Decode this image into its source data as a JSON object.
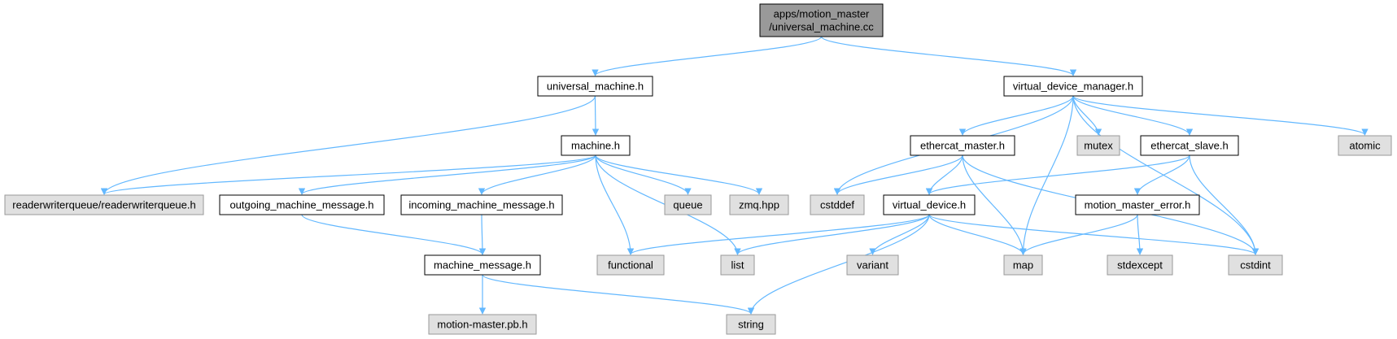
{
  "colors": {
    "root_fill": "#999999",
    "project_fill": "#ffffff",
    "system_fill": "#e0e0e0",
    "project_stroke": "#000000",
    "system_stroke": "#999999",
    "edge": "#63b8ff"
  },
  "nodes": [
    {
      "id": "root",
      "kind": "root",
      "lines": [
        "apps/motion_master",
        "/universal_machine.cc"
      ]
    },
    {
      "id": "universal_machine_h",
      "kind": "project",
      "lines": [
        "universal_machine.h"
      ]
    },
    {
      "id": "virtual_device_manager_h",
      "kind": "project",
      "lines": [
        "virtual_device_manager.h"
      ]
    },
    {
      "id": "machine_h",
      "kind": "project",
      "lines": [
        "machine.h"
      ]
    },
    {
      "id": "readerwriterqueue_h",
      "kind": "system",
      "lines": [
        "readerwriterqueue/readerwriterqueue.h"
      ]
    },
    {
      "id": "outgoing_machine_message_h",
      "kind": "project",
      "lines": [
        "outgoing_machine_message.h"
      ]
    },
    {
      "id": "incoming_machine_message_h",
      "kind": "project",
      "lines": [
        "incoming_machine_message.h"
      ]
    },
    {
      "id": "queue",
      "kind": "system",
      "lines": [
        "queue"
      ]
    },
    {
      "id": "zmq_hpp",
      "kind": "system",
      "lines": [
        "zmq.hpp"
      ]
    },
    {
      "id": "machine_message_h",
      "kind": "project",
      "lines": [
        "machine_message.h"
      ]
    },
    {
      "id": "functional",
      "kind": "system",
      "lines": [
        "functional"
      ]
    },
    {
      "id": "list",
      "kind": "system",
      "lines": [
        "list"
      ]
    },
    {
      "id": "motion_master_pb_h",
      "kind": "system",
      "lines": [
        "motion-master.pb.h"
      ]
    },
    {
      "id": "string",
      "kind": "system",
      "lines": [
        "string"
      ]
    },
    {
      "id": "ethercat_master_h",
      "kind": "project",
      "lines": [
        "ethercat_master.h"
      ]
    },
    {
      "id": "mutex",
      "kind": "system",
      "lines": [
        "mutex"
      ]
    },
    {
      "id": "ethercat_slave_h",
      "kind": "project",
      "lines": [
        "ethercat_slave.h"
      ]
    },
    {
      "id": "atomic",
      "kind": "system",
      "lines": [
        "atomic"
      ]
    },
    {
      "id": "cstddef",
      "kind": "system",
      "lines": [
        "cstddef"
      ]
    },
    {
      "id": "virtual_device_h",
      "kind": "project",
      "lines": [
        "virtual_device.h"
      ]
    },
    {
      "id": "motion_master_error_h",
      "kind": "project",
      "lines": [
        "motion_master_error.h"
      ]
    },
    {
      "id": "variant",
      "kind": "system",
      "lines": [
        "variant"
      ]
    },
    {
      "id": "map",
      "kind": "system",
      "lines": [
        "map"
      ]
    },
    {
      "id": "stdexcept",
      "kind": "system",
      "lines": [
        "stdexcept"
      ]
    },
    {
      "id": "cstdint",
      "kind": "system",
      "lines": [
        "cstdint"
      ]
    }
  ],
  "edges": [
    [
      "root",
      "universal_machine_h"
    ],
    [
      "root",
      "virtual_device_manager_h"
    ],
    [
      "universal_machine_h",
      "readerwriterqueue_h"
    ],
    [
      "universal_machine_h",
      "machine_h"
    ],
    [
      "machine_h",
      "readerwriterqueue_h"
    ],
    [
      "machine_h",
      "outgoing_machine_message_h"
    ],
    [
      "machine_h",
      "incoming_machine_message_h"
    ],
    [
      "machine_h",
      "queue"
    ],
    [
      "machine_h",
      "zmq_hpp"
    ],
    [
      "machine_h",
      "functional"
    ],
    [
      "machine_h",
      "list"
    ],
    [
      "outgoing_machine_message_h",
      "machine_message_h"
    ],
    [
      "incoming_machine_message_h",
      "machine_message_h"
    ],
    [
      "machine_message_h",
      "motion_master_pb_h"
    ],
    [
      "machine_message_h",
      "string"
    ],
    [
      "virtual_device_manager_h",
      "cstddef"
    ],
    [
      "virtual_device_manager_h",
      "ethercat_master_h"
    ],
    [
      "virtual_device_manager_h",
      "map"
    ],
    [
      "virtual_device_manager_h",
      "mutex"
    ],
    [
      "virtual_device_manager_h",
      "ethercat_slave_h"
    ],
    [
      "virtual_device_manager_h",
      "cstdint"
    ],
    [
      "virtual_device_manager_h",
      "atomic"
    ],
    [
      "ethercat_master_h",
      "cstddef"
    ],
    [
      "ethercat_master_h",
      "virtual_device_h"
    ],
    [
      "ethercat_master_h",
      "map"
    ],
    [
      "ethercat_master_h",
      "cstdint"
    ],
    [
      "ethercat_slave_h",
      "virtual_device_h"
    ],
    [
      "ethercat_slave_h",
      "motion_master_error_h"
    ],
    [
      "ethercat_slave_h",
      "cstdint"
    ],
    [
      "virtual_device_h",
      "functional"
    ],
    [
      "virtual_device_h",
      "list"
    ],
    [
      "virtual_device_h",
      "variant"
    ],
    [
      "virtual_device_h",
      "map"
    ],
    [
      "virtual_device_h",
      "cstdint"
    ],
    [
      "virtual_device_h",
      "string"
    ],
    [
      "motion_master_error_h",
      "map"
    ],
    [
      "motion_master_error_h",
      "stdexcept"
    ]
  ]
}
